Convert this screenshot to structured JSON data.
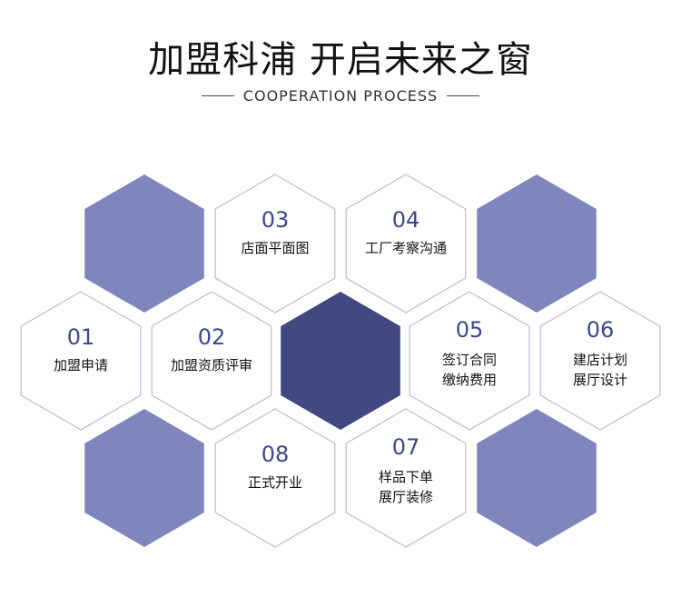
{
  "header": {
    "title": "加盟科浦 开启未来之窗",
    "subtitle": "COOPERATION PROCESS"
  },
  "colors": {
    "fill_light": "#7f86bd",
    "fill_dark": "#424882",
    "outline": "#b9bdd6",
    "number": "#3a4a8a",
    "text": "#111111"
  },
  "steps": [
    {
      "number": "01",
      "lines": [
        "加盟申请"
      ]
    },
    {
      "number": "02",
      "lines": [
        "加盟资质评审"
      ]
    },
    {
      "number": "03",
      "lines": [
        "店面平面图"
      ]
    },
    {
      "number": "04",
      "lines": [
        "工厂考察沟通"
      ]
    },
    {
      "number": "05",
      "lines": [
        "签订合同",
        "缴纳费用"
      ]
    },
    {
      "number": "06",
      "lines": [
        "建店计划",
        "展厅设计"
      ]
    },
    {
      "number": "07",
      "lines": [
        "样品下单",
        "展厅装修"
      ]
    },
    {
      "number": "08",
      "lines": [
        "正式开业"
      ]
    }
  ]
}
